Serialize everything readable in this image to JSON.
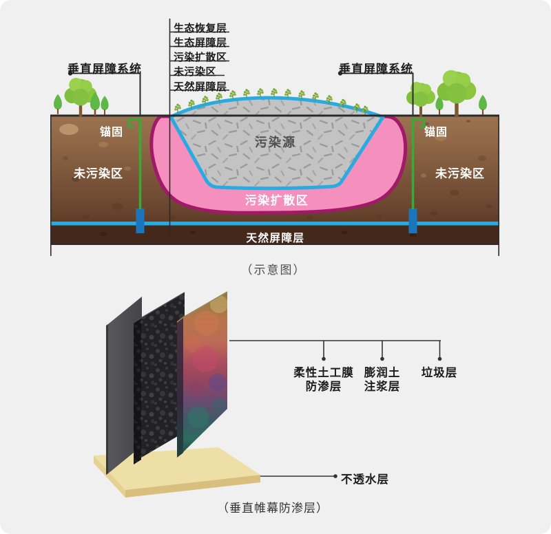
{
  "schematic": {
    "legend_items": [
      "生态恢复层",
      "生态屏障层",
      "污染扩散区",
      "未污染区",
      "天然屏障层"
    ],
    "left_barrier_label": "垂直屏障系统",
    "right_barrier_label": "垂直屏障系统",
    "anchor_left": "锚固",
    "anchor_right": "锚固",
    "unpolluted_left": "未污染区",
    "unpolluted_right": "未污染区",
    "source_label": "污染源",
    "plume_label": "污染扩散区",
    "natural_barrier_label": "天然屏障层",
    "caption": "（示意图）"
  },
  "curtain": {
    "labels": [
      {
        "line1": "柔性土工膜",
        "line2": "防渗层"
      },
      {
        "line1": "膨润土",
        "line2": "注浆层"
      },
      {
        "line1": "垃圾层",
        "line2": ""
      }
    ],
    "impervious_label": "不透水层",
    "caption": "（垂直帷幕防渗层）"
  },
  "colors": {
    "background": "#f0f0f1",
    "soil_top": "#9b7350",
    "soil_mid": "#8a6242",
    "soil_deep": "#63412a",
    "natural_barrier_layer": "#44291a",
    "aquitard_blue": "#29abe2",
    "barrier_green": "#3aa935",
    "footing_blue": "#1b75bc",
    "plume_pink": "#f48fbe",
    "plume_border": "#a01a67",
    "source_gray": "#c3c3c3",
    "tree_green": "#8cc63f",
    "base_beige": "#eedfa6",
    "line_dark": "#2b2b2b"
  }
}
